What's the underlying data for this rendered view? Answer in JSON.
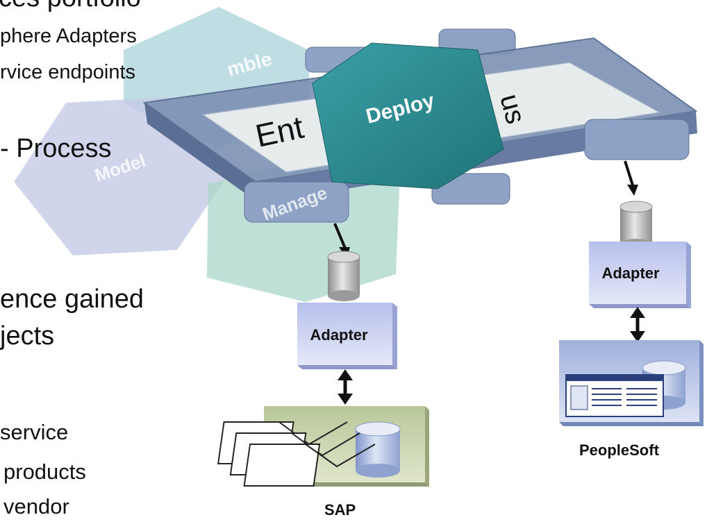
{
  "slide_text": {
    "line1": "ces portfolio",
    "line2": "phere Adapters",
    "line3": "rvice endpoints",
    "line4": "- Process",
    "line5": "ence gained",
    "line6": "jects",
    "line7": "service",
    "line8": "products",
    "line9": "vendor"
  },
  "hexagons": {
    "assemble": "mble",
    "model": "Model",
    "manage": "Manage",
    "deploy": "Deploy"
  },
  "bus": {
    "label_left": "Ent",
    "label_right": "us"
  },
  "adapters": {
    "sap_adapter": "Adapter",
    "peoplesoft_adapter": "Adapter"
  },
  "systems": {
    "sap": "SAP",
    "peoplesoft": "PeopleSoft"
  },
  "colors": {
    "bus_frame": "#7e93b5",
    "bus_panel": "#e6ecec",
    "deploy_hex": "#2d8f95",
    "assemble_hex": "#a9d3d9",
    "model_hex": "#c5cae6",
    "manage_hex": "#a8d6c8",
    "adapter_box": "#cdd3f0",
    "sap_box": "#c9d4b0"
  }
}
